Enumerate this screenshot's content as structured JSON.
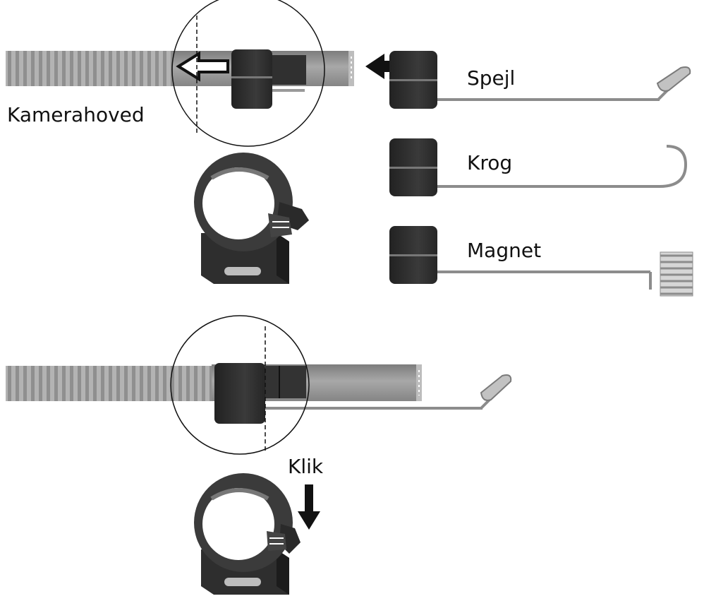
{
  "labels": {
    "camera_head": "Kamerahoved",
    "mirror": "Spejl",
    "hook": "Krog",
    "magnet": "Magnet",
    "click": "Klik"
  },
  "colors": {
    "line": "#111111",
    "clip_dark": "#2a2a2a",
    "tube_gray": "#9a9a9a",
    "hose_gray": "#aaaaaa",
    "wire_gray": "#8c8c8c"
  }
}
